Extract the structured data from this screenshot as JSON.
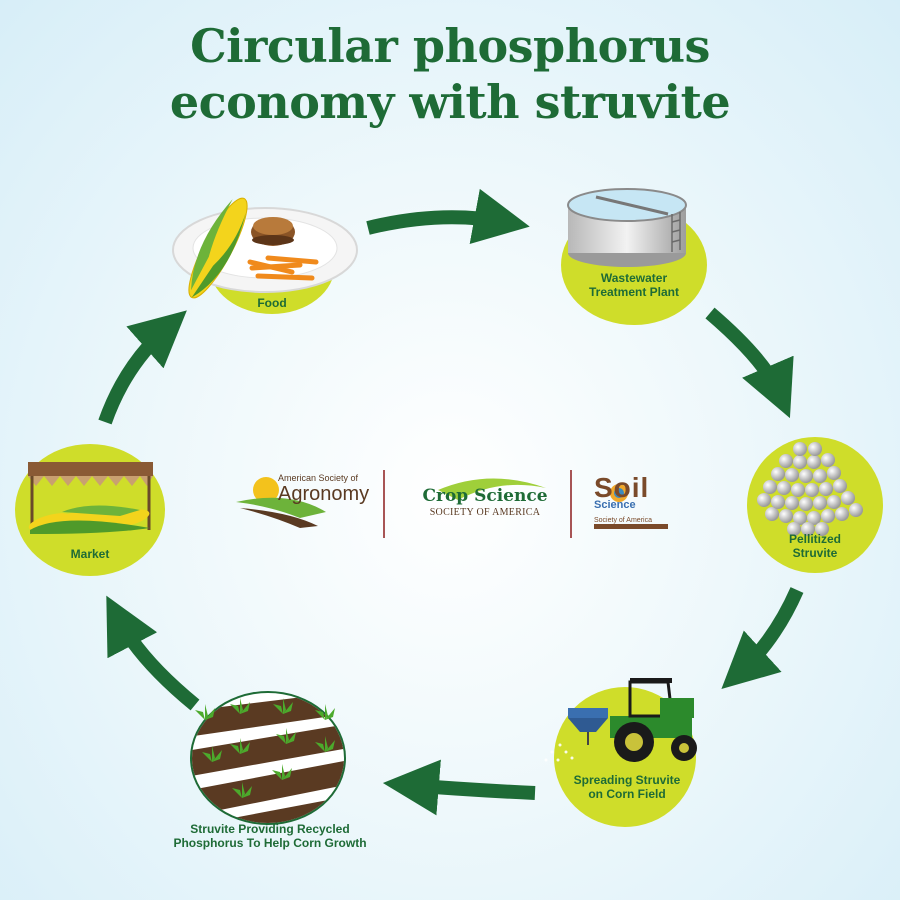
{
  "title": {
    "line1": "Circular phosphorus",
    "line2": "economy with struvite"
  },
  "stages": {
    "food": {
      "label": "Food"
    },
    "wastewater": {
      "line1": "Wastewater",
      "line2": "Treatment Plant"
    },
    "struvite": {
      "line1": "Pellitized",
      "line2": "Struvite"
    },
    "spreading": {
      "line1": "Spreading Struvite",
      "line2": "on Corn Field"
    },
    "growth": {
      "line1": "Struvite Providing Recycled",
      "line2": "Phosphorus To Help Corn Growth"
    },
    "market": {
      "label": "Market"
    }
  },
  "logos": {
    "agronomy": {
      "small": "American Society of",
      "big": "Agronomy"
    },
    "cropscience": {
      "big": "Crop Science",
      "small": "SOCIETY OF AMERICA"
    },
    "soilscience": {
      "big": "Soil",
      "mid": "Science",
      "small": "Society of America"
    }
  },
  "colors": {
    "green": "#1e6b36",
    "badge": "#cfdd2a",
    "accent": "#8c1d1d",
    "soilBrown": "#7a4a2a"
  }
}
